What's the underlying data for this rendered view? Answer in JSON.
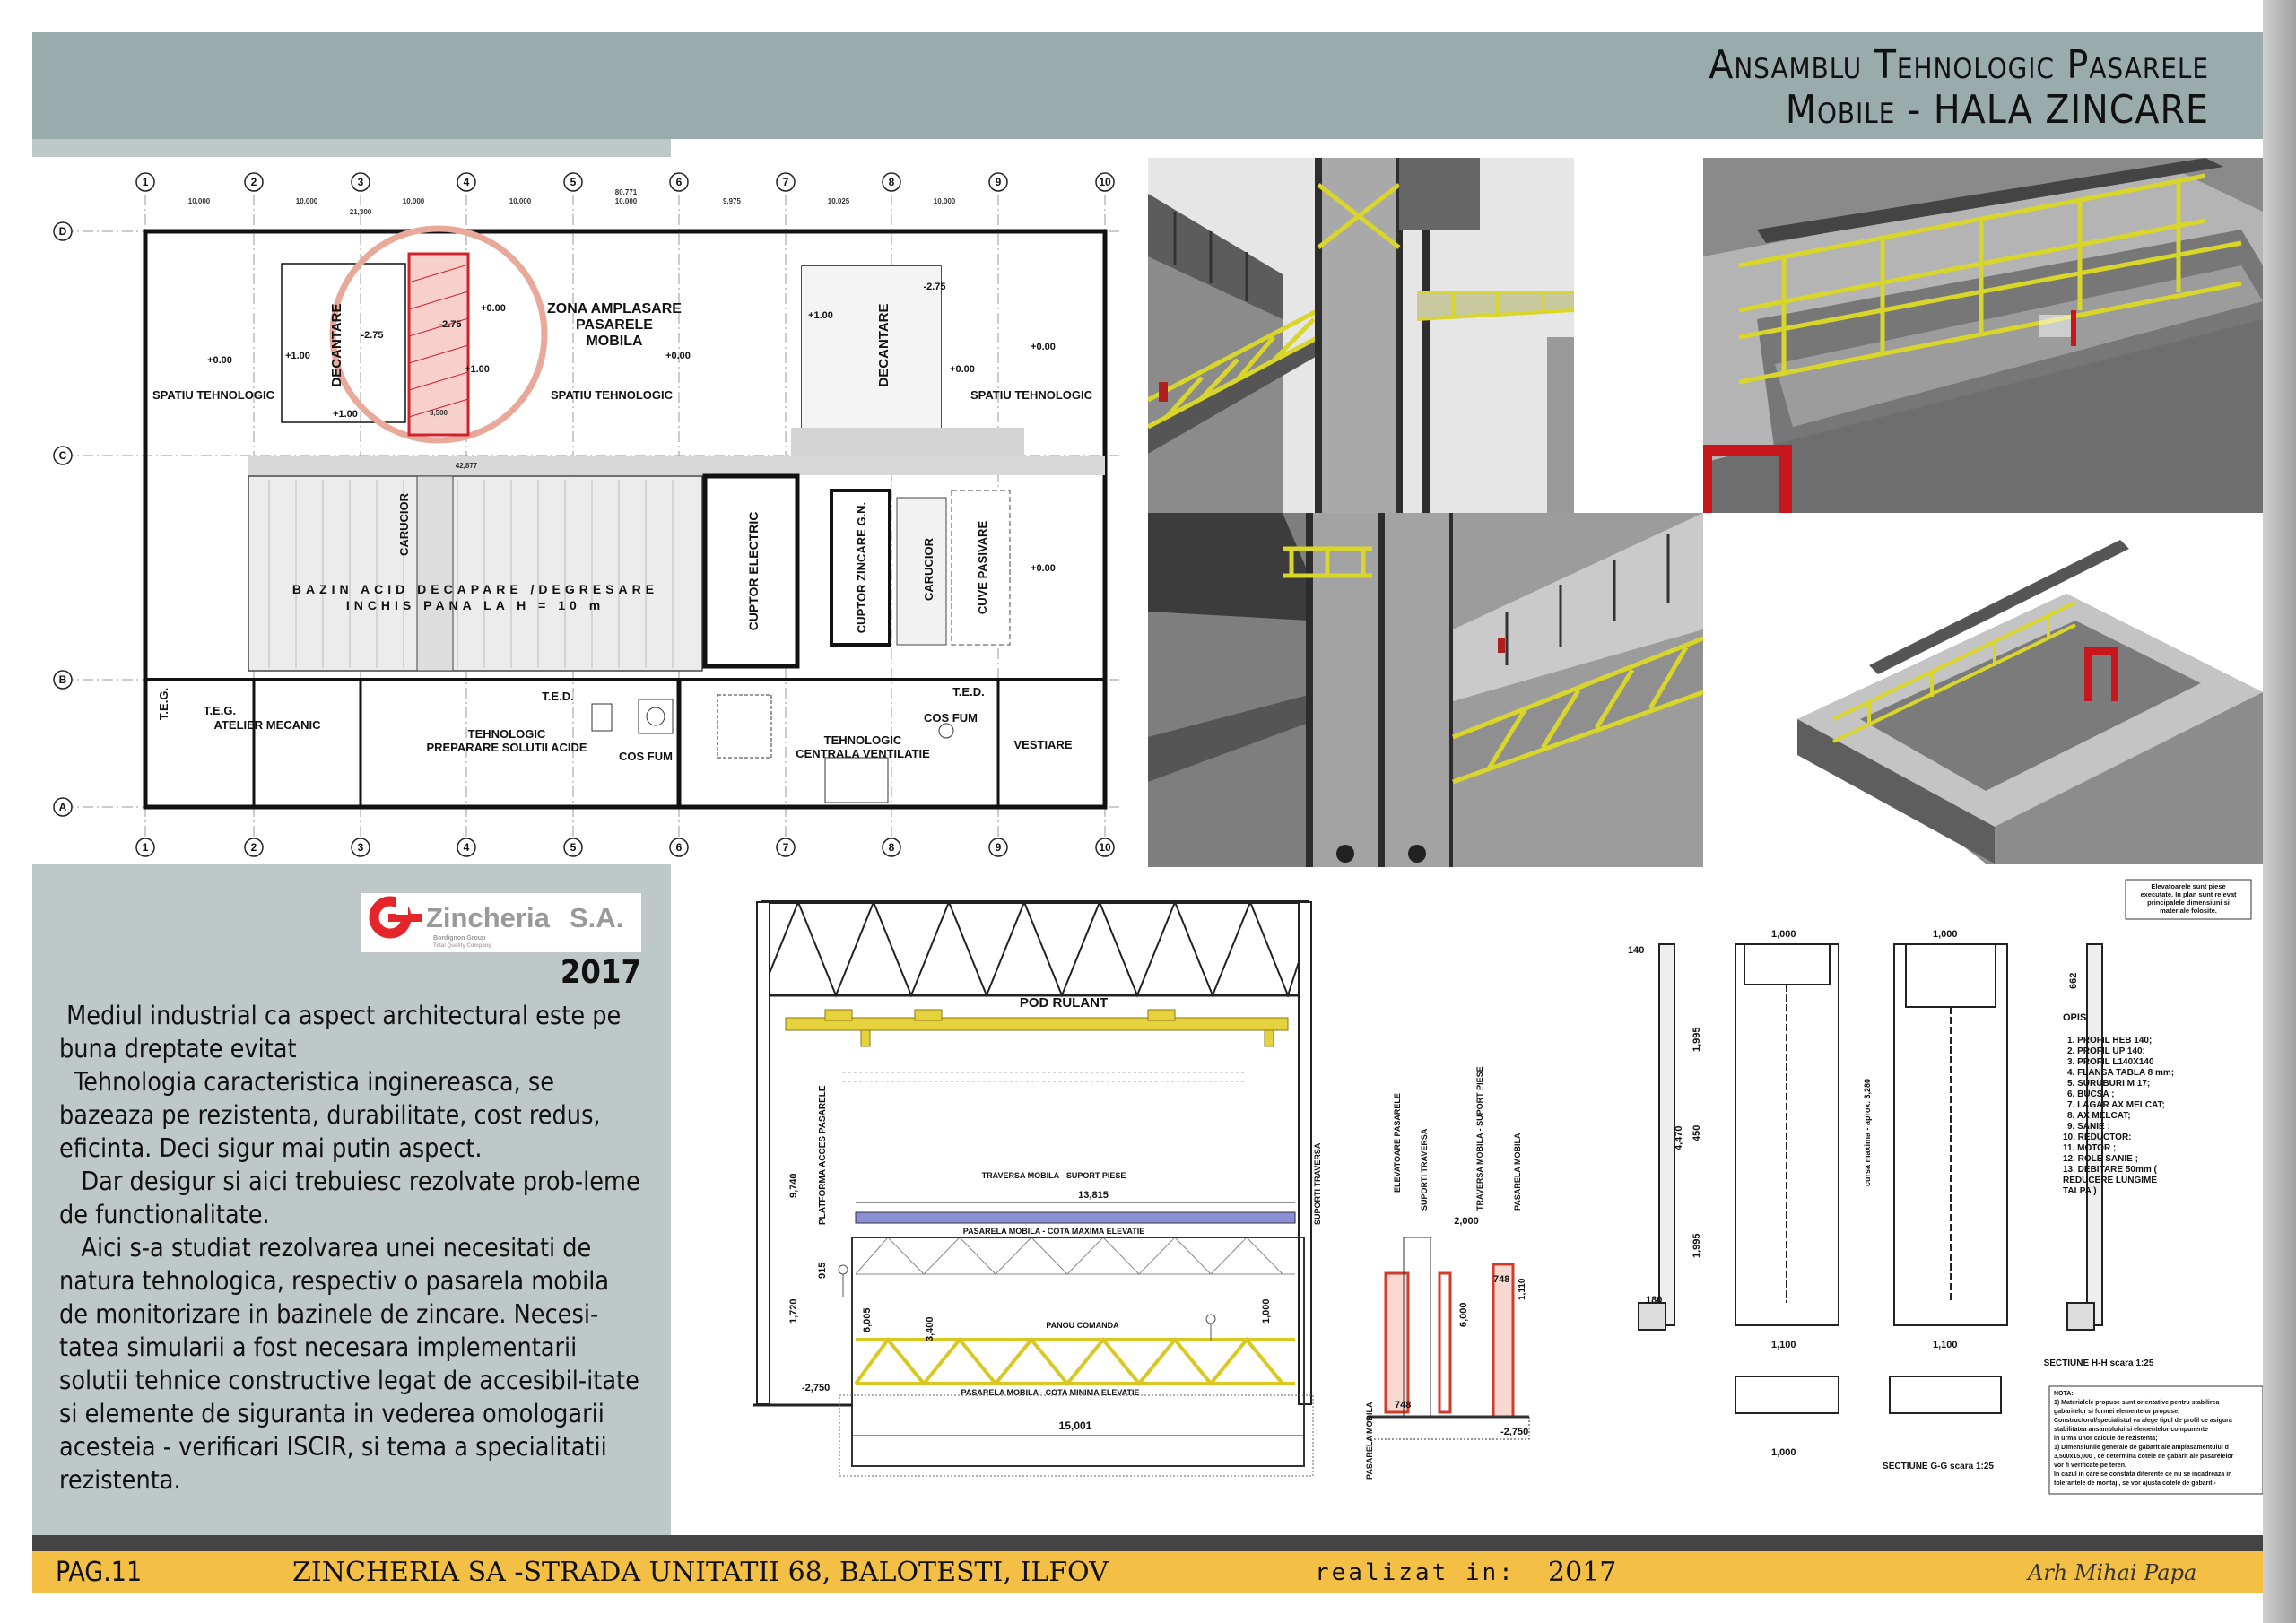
{
  "header": {
    "title_line1": "Ansamblu Tehnologic Pasarele",
    "title_line2": "Mobile - HALA ZINCARE"
  },
  "plan": {
    "grid_cols": [
      "1",
      "2",
      "3",
      "4",
      "5",
      "6",
      "7",
      "8",
      "9",
      "10"
    ],
    "grid_rows": [
      "D",
      "C",
      "B",
      "A"
    ],
    "labels": {
      "zona": [
        "ZONA AMPLASARE",
        "PASARELE",
        "MOBILA"
      ],
      "spatiu_left": "SPATIU TEHNOLOGIC",
      "spatiu_mid": "SPATIU TEHNOLOGIC",
      "spatiu_right": "SPATIU TEHNOLOGIC",
      "decantare_left": "DECANTARE",
      "decantare_right": "DECANTARE",
      "carucior_left": "CARUCIOR",
      "carucior_right": "CARUCIOR",
      "bazin_line1": "BAZIN ACID DECAPARE /DEGRESARE",
      "bazin_line2": "INCHIS PANA LA H = 10 m",
      "cuptor_electric": "CUPTOR ELECTRIC",
      "cuptor_zincare": "CUPTOR ZINCARE G.N.",
      "cuve_pasivare": "CUVE PASIVARE",
      "teg_box": "T.E.G.",
      "teg": "T.E.G.",
      "atelier": "ATELIER MECANIC",
      "prep_line1": "TEHNOLOGIC",
      "prep_line2": "PREPARARE SOLUTII ACIDE",
      "ted_1": "T.E.D.",
      "ted_2": "T.E.D.",
      "cos_fum_1": "COS FUM",
      "cos_fum_2": "COS FUM",
      "vent_line1": "TEHNOLOGIC",
      "vent_line2": "CENTRALA VENTILATIE",
      "vestiare": "VESTIARE"
    },
    "levels": [
      "+0.00",
      "+1.00",
      "-2.75",
      "+0.00",
      "+1.00",
      "-2.75",
      "+0.00",
      "+0.00",
      "+1.00",
      "+0.00",
      "+1.00",
      "-2.75",
      "+0.00"
    ],
    "dims": [
      "10,000",
      "10,000",
      "21,300",
      "10,000",
      "10,000",
      "10,000",
      "80,771",
      "9,975",
      "10,025",
      "10,000",
      "42,877",
      "3,500"
    ]
  },
  "logo": {
    "name": "Zincheria",
    "suffix": "S.A.",
    "group": "Bordignon Group",
    "tagline": "Total Quality Company",
    "color": "#e5252a"
  },
  "year": "2017",
  "description": [
    " Mediul industrial ca aspect architectural este pe buna dreptate evitat",
    "  Tehnologia caracteristica inginereasca, se bazeaza pe rezistenta, durabilitate, cost redus, eficinta. Deci sigur mai putin aspect.",
    "   Dar desigur si aici trebuiesc rezolvate prob-leme de functionalitate.",
    "   Aici s-a studiat rezolvarea unei necesitati de natura tehnologica, respectiv o pasarela mobila de monitorizare in bazinele de zincare.  Necesi-tatea simularii a fost necesara implementarii solutii tehnice constructive legat de accesibil-itate si elemente de siguranta in vederea omologarii acesteia - verificari ISCIR, si tema a specialitatii rezistenta."
  ],
  "section": {
    "pod_rulant": "POD RULANT",
    "traversa": "TRAVERSA MOBILA - SUPORT PIESE",
    "span_top": "13,815",
    "pasarela_max": "PASARELA MOBILA - COTA MAXIMA ELEVATIE",
    "panou": "PANOU COMANDA",
    "pasarela_min": "PASARELA MOBILA - COTA MINIMA ELEVATIE",
    "span_bottom": "15,001",
    "level_left": "-2,750",
    "platforma": "PLATFORMA ACCES PASARELE",
    "suporti": "SUPORTI TRAVERSA",
    "height": "9,740",
    "dim_1720": "1,720",
    "dim_915": "915",
    "dim_6005": "6,005",
    "dim_3400": "3,400",
    "dim_1000": "1,000"
  },
  "section2": {
    "elevatoare": "ELEVATOARE PASARELE",
    "suporti": "SUPORTI TRAVERSA",
    "traversa": "TRAVERSA MOBILA - SUPORT PIESE",
    "pasarela": "PASARELA MOBILA",
    "pasarela_bottom": "PASARELA MOBILA",
    "dim_2000": "2,000",
    "dim_6000": "6,000",
    "dim_748a": "748",
    "dim_748b": "748",
    "dim_1110": "1,110",
    "level": "-2,750"
  },
  "elevator": {
    "note_top": [
      "Elevatoarele sunt piese",
      "executate. In plan sunt relevat",
      "principalele dimensiuni si",
      "materiale folosite."
    ],
    "opis_title": "OPIS",
    "opis": [
      "1. PROFIL HEB 140;",
      "2. PROFIL UP 140;",
      "3. PROFIL L140X140",
      "4. FLANSA TABLA 8 mm;",
      "5. SURUBURI M 17;",
      "6. BUCSA ;",
      "7. LAGAR AX MELCAT;",
      "8. AX MELCAT;",
      "9. SANIE ;",
      "10. REDUCTOR:",
      "11. MOTOR ;",
      "12. ROLE SANIE ;",
      "13. DEBITARE 50mm (",
      "REDUCERE LUNGIME",
      "TALPA )"
    ],
    "section_gg": "SECTIUNE G-G scara 1:25",
    "section_hh": "SECTIUNE H-H scara 1:25",
    "dims": {
      "w1000a": "1,000",
      "w1000b": "1,000",
      "w1100a": "1,100",
      "w1100b": "1,100",
      "w1000c": "1,000",
      "h1995a": "1,995",
      "h1995b": "1,995",
      "h4470": "4,470",
      "h450": "450",
      "cursa": "cursa maxima - aprox. 3,280",
      "h662": "662",
      "h140": "140",
      "w180": "180"
    },
    "note": [
      "NOTA:",
      "1) Materialele propuse sunt orientative pentru stabilirea",
      "gabaritelor si formei elementelor propuse.",
      "Constructorul/specialistul va alege tipul de profil ce asigura",
      "stabilitatea ansamblului si elementelor compunente",
      "in urma unor calcule de rezistenta;",
      "1) Dimensiunile generale de gabarit ale amplasamentului d",
      "3,500x15,000 , ce determina cotele de gabarit ale pasarelelor",
      "vor fi verificate pe teren.",
      "In cazul in care se constata diferente ce nu se incadreaza in",
      "tolerantele de montaj , se vor ajusta cotele de gabarit -"
    ]
  },
  "footer": {
    "page": "PAG.11",
    "address": "ZINCHERIA SA -STRADA UNITATII 68, BALOTESTI, ILFOV",
    "realizat_label": "realizat in:",
    "realizat_year": "2017",
    "author": "Arh Mihai Papa"
  },
  "colors": {
    "header": "#9aabab",
    "panel": "#bfc8c8",
    "footer": "#f4bf45",
    "footer_dark": "#444444",
    "railing": "#d8d62a",
    "frame_red": "#c8161d"
  }
}
